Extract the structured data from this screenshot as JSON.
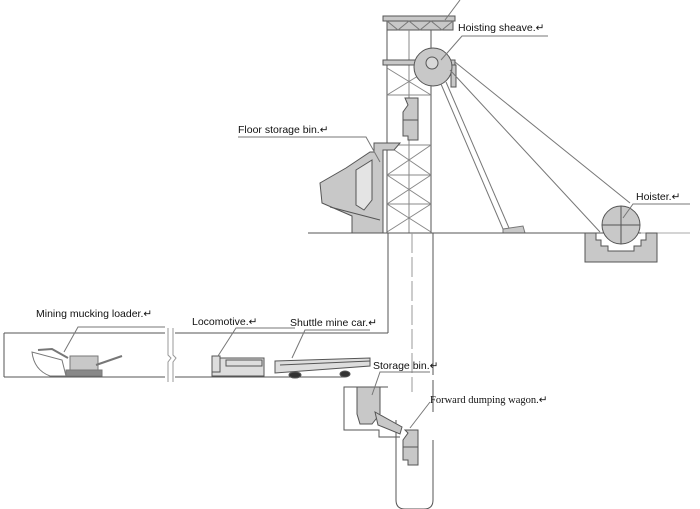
{
  "labels": {
    "hoisting_sheave": "Hoisting sheave.↵",
    "floor_storage_bin": "Floor storage bin.↵",
    "hoister": "Hoister.↵",
    "mining_mucking_loader": "Mining mucking loader.↵",
    "locomotive": "Locomotive.↵",
    "shuttle_mine_car": "Shuttle mine car.↵",
    "storage_bin": "Storage bin.↵",
    "forward_dumping_wagon": "Forward dumping wagon.↵"
  },
  "colors": {
    "fill": "#c8c8c8",
    "line": "#555555"
  }
}
